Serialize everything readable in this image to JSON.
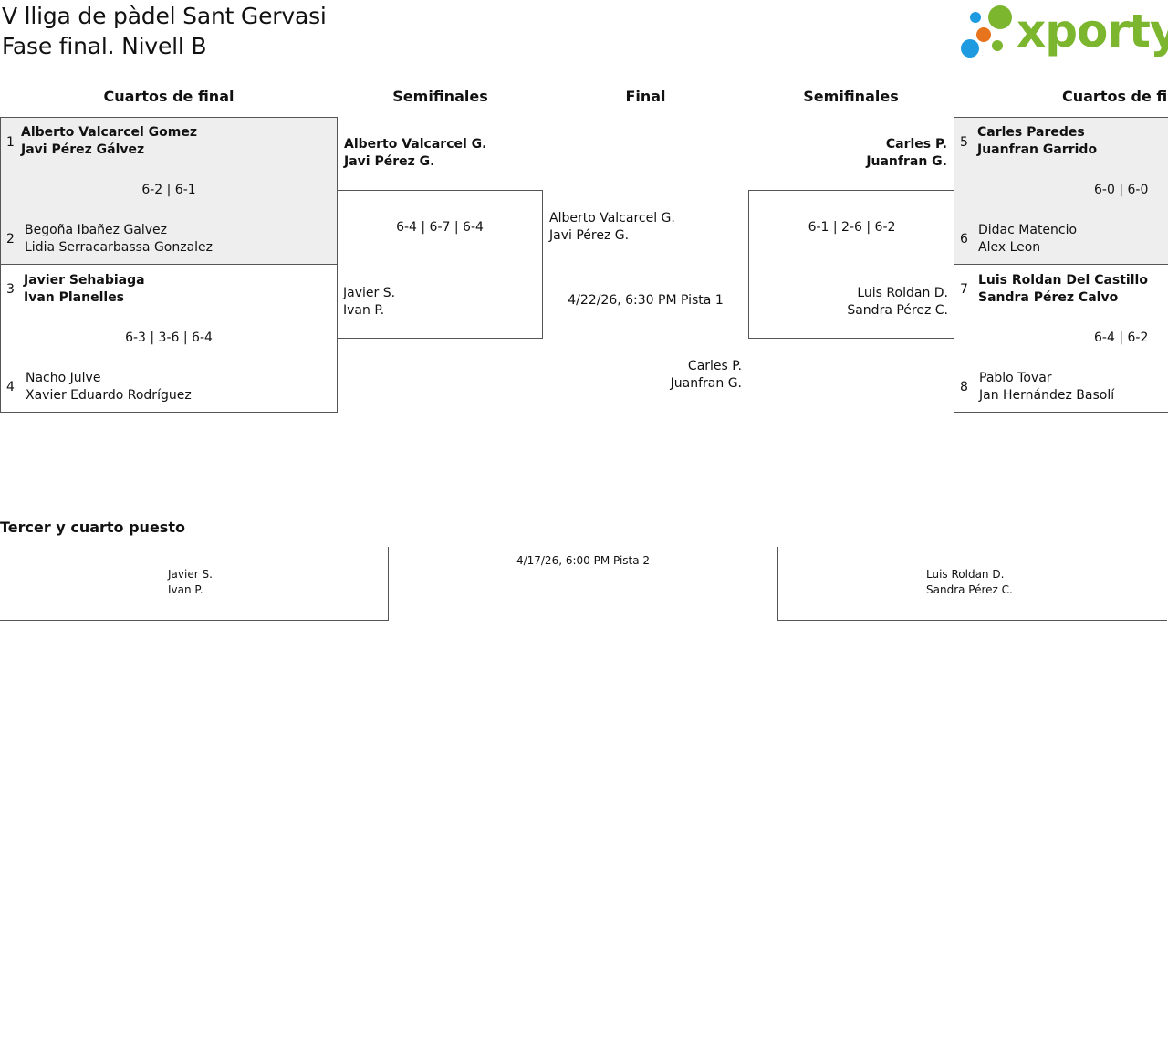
{
  "header": {
    "title_line1": "V lliga de pàdel Sant Gervasi",
    "title_line2": "Fase final. Nivell B",
    "logo_text": "xporty",
    "logo_dot_colors": [
      "#1e9be0",
      "#e8731d",
      "#7bb62e"
    ]
  },
  "columns": {
    "qf_left": "Cuartos de final",
    "sf_left": "Semifinales",
    "final": "Final",
    "sf_right": "Semifinales",
    "qf_right": "Cuartos de fin"
  },
  "quarterfinals": [
    {
      "seed_a": "1",
      "a1": "Alberto Valcarcel Gomez",
      "a2": "Javi Pérez Gálvez",
      "score": "6-2 | 6-1",
      "seed_b": "2",
      "b1": "Begoña Ibañez Galvez",
      "b2": "Lidia Serracarbassa Gonzalez"
    },
    {
      "seed_a": "3",
      "a1": "Javier Sehabiaga",
      "a2": "Ivan Planelles",
      "score": "6-3 | 3-6 | 6-4",
      "seed_b": "4",
      "b1": "Nacho Julve",
      "b2": "Xavier Eduardo Rodríguez"
    },
    {
      "seed_a": "5",
      "a1": "Carles Paredes",
      "a2": "Juanfran Garrido",
      "score": "6-0 | 6-0",
      "seed_b": "6",
      "b1": "Didac Matencio",
      "b2": "Alex Leon"
    },
    {
      "seed_a": "7",
      "a1": "Luis Roldan Del Castillo",
      "a2": "Sandra Pérez Calvo",
      "score": "6-4 | 6-2",
      "seed_b": "8",
      "b1": "Pablo Tovar",
      "b2": "Jan Hernández Basolí"
    }
  ],
  "semifinals": [
    {
      "a1": "Alberto Valcarcel G.",
      "a2": "Javi Pérez G.",
      "score": "6-4 | 6-7 | 6-4",
      "b1": "Javier S.",
      "b2": "Ivan P."
    },
    {
      "a1": "Carles P.",
      "a2": "Juanfran G.",
      "score": "6-1 | 2-6 | 6-2",
      "b1": "Luis Roldan D.",
      "b2": "Sandra Pérez C."
    }
  ],
  "final": {
    "a1": "Alberto Valcarcel G.",
    "a2": "Javi Pérez G.",
    "schedule": "4/22/26, 6:30 PM Pista 1",
    "b1": "Carles P.",
    "b2": "Juanfran G."
  },
  "third_place": {
    "heading": "Tercer y cuarto puesto",
    "a1": "Javier S.",
    "a2": "Ivan P.",
    "schedule": "4/17/26, 6:00 PM Pista 2",
    "b1": "Luis Roldan D.",
    "b2": "Sandra Pérez C."
  }
}
